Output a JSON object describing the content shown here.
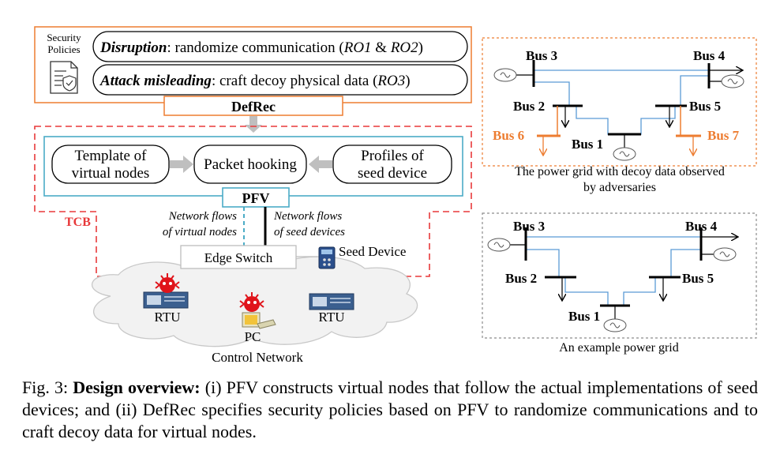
{
  "security_policies": {
    "label_line1": "Security",
    "label_line2": "Policies",
    "policy1": {
      "title": "Disruption",
      "rest": ": randomize communication (",
      "ref1": "RO1",
      "amp": " & ",
      "ref2": "RO2",
      "close": ")"
    },
    "policy2": {
      "title": "Attack misleading",
      "rest": ": craft decoy physical data (",
      "ref": "RO3",
      "close": ")"
    },
    "defrec_label": "DefRec"
  },
  "tcb": {
    "label": "TCB",
    "template_line1": "Template of",
    "template_line2": "virtual nodes",
    "packet_hooking": "Packet hooking",
    "profiles_line1": "Profiles of",
    "profiles_line2": "seed device",
    "pfv_label": "PFV"
  },
  "flows": {
    "virtual_line1": "Network flows",
    "virtual_line2": "of virtual nodes",
    "seed_line1": "Network flows",
    "seed_line2": "of seed devices"
  },
  "network": {
    "edge_switch": "Edge Switch",
    "seed_device": "Seed Device",
    "rtu_left": "RTU",
    "pc": "PC",
    "rtu_right": "RTU",
    "control_network": "Control Network"
  },
  "decoy_grid": {
    "bus3": "Bus 3",
    "bus4": "Bus 4",
    "bus2": "Bus 2",
    "bus5": "Bus 5",
    "bus1": "Bus 1",
    "bus6": "Bus 6",
    "bus7": "Bus 7",
    "caption_line1": "The power grid with decoy data observed",
    "caption_line2": "by adversaries"
  },
  "example_grid": {
    "bus3": "Bus 3",
    "bus4": "Bus 4",
    "bus2": "Bus 2",
    "bus5": "Bus 5",
    "bus1": "Bus 1",
    "caption": "An example power grid"
  },
  "caption": {
    "prefix": "Fig. 3: ",
    "bold": "Design overview:",
    "text": " (i) PFV constructs virtual nodes that follow the actual implementations of seed devices; and (ii) DefRec specifies security policies based on PFV to randomize communications and to craft decoy data for virtual nodes."
  },
  "colors": {
    "orange": "#ed7d31",
    "red_dashed": "#e8393a",
    "cyan": "#4bacc6",
    "line_blue": "#5b9bd5",
    "gray_arrow": "#bfbfbf"
  }
}
